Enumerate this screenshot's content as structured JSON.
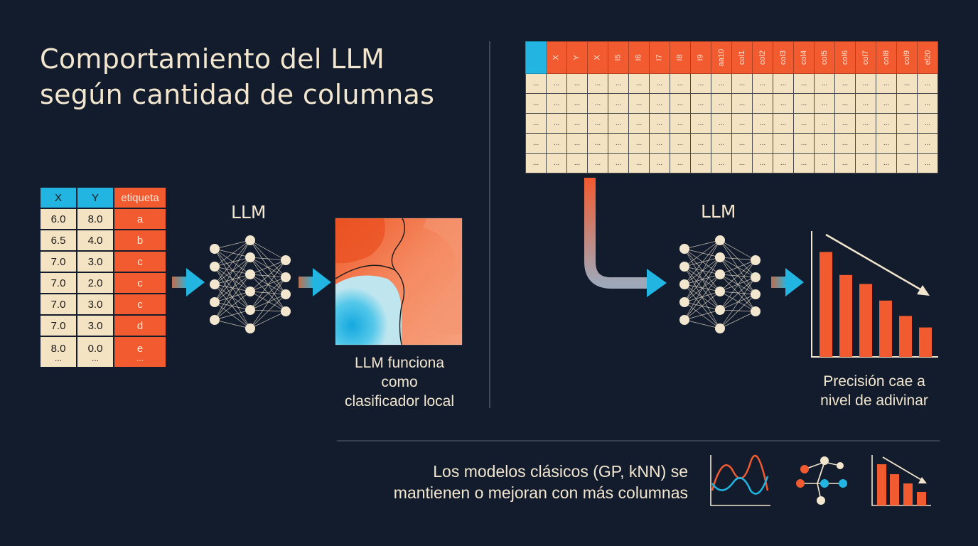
{
  "title": {
    "line1": "Comportamiento del LLM",
    "line2": "según cantidad de columnas"
  },
  "small_table": {
    "headers": [
      "X",
      "Y",
      "etiqueta"
    ],
    "rows": [
      [
        "6.0",
        "8.0",
        "a"
      ],
      [
        "6.5",
        "4.0",
        "b"
      ],
      [
        "7.0",
        "3.0",
        "c"
      ],
      [
        "7.0",
        "2.0",
        "c"
      ],
      [
        "7.0",
        "3.0",
        "c"
      ],
      [
        "7.0",
        "3.0",
        "d"
      ],
      [
        "8.0",
        "0.0",
        "e"
      ]
    ],
    "ellipsis": "..."
  },
  "wide_table": {
    "headers": [
      "X",
      "Y",
      "X",
      "I5",
      "I6",
      "I7",
      "I8",
      "I9",
      "aa10",
      "col1",
      "col2",
      "col3",
      "col4",
      "col5",
      "col6",
      "col7",
      "col8",
      "col9",
      "el20"
    ],
    "cell": "...",
    "row_count": 5
  },
  "left_panel": {
    "llm_label": "LLM",
    "caption_lines": [
      "LLM funciona",
      "como",
      "clasificador local"
    ]
  },
  "right_panel": {
    "llm_label": "LLM",
    "caption_lines": [
      "Precisión cae a",
      "nivel de adivinar"
    ],
    "accuracy_bars": [
      0.82,
      0.64,
      0.57,
      0.44,
      0.32,
      0.23
    ]
  },
  "bottom": {
    "text_line1": "Los modelos clásicos (GP, kNN) se",
    "text_line2": "mantienen o mejoran con más columnas",
    "icons": [
      "line-chart-icon",
      "network-graph-icon",
      "bar-chart-icon"
    ]
  },
  "colors": {
    "background": "#121c2d",
    "orange": "#f25a2f",
    "cyan": "#22b5e2",
    "cream": "#f4e3c3"
  }
}
